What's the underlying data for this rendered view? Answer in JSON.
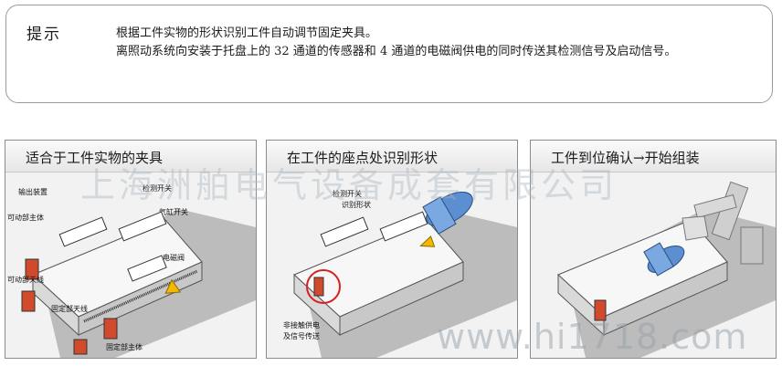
{
  "hint": {
    "title": "提示",
    "lines": [
      "根据工件实物的形状识别工件自动调节固定夹具。",
      "离照动系统向安装于托盘上的 32 通道的传感器和 4 通道的电磁阀供电的同时传送其检测信号及启动信号。"
    ]
  },
  "panels": [
    {
      "title": "适合于工件实物的夹具",
      "labels": {
        "output_device": "输出装置",
        "detect_switch": "检测开关",
        "air_cylinder": "气缸开关",
        "movable_main": "可动部主体",
        "movable_cable": "可动部天线",
        "solenoid": "电磁阀",
        "fixed_cable": "固定部天线",
        "fixed_main": "固定部主体"
      }
    },
    {
      "title": "在工件的座点处识别形状",
      "labels": {
        "detect_switch": "检测开关",
        "shape_recog": "识别形状",
        "contactless": "非接触供电",
        "signal": "及信号传送"
      }
    },
    {
      "title": "工件到位确认→开始组装"
    }
  ],
  "watermarks": {
    "company": "上海洲舶电气设备成套有限公司",
    "url": "www.hi1718.com"
  },
  "colors": {
    "belt": "#b9b9b9",
    "workpiece": "#5b8fd1",
    "arrow": "#f5b800",
    "module": "#d14a2c",
    "highlight": "#d62020"
  }
}
